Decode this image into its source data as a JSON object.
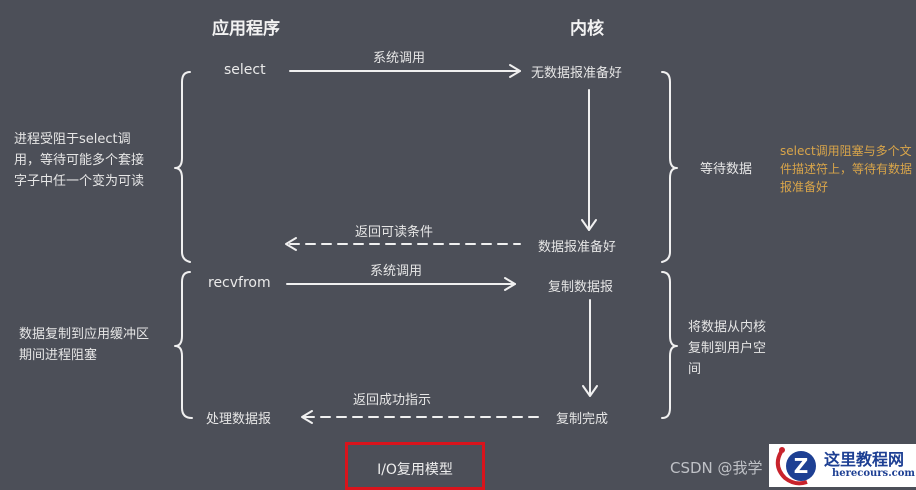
{
  "headers": {
    "app": "应用程序",
    "kernel": "内核"
  },
  "phase1": {
    "app_call": "select",
    "call_label": "系统调用",
    "kernel_start": "无数据报准备好",
    "kernel_end": "数据报准备好",
    "return_label": "返回可读条件",
    "left_note": "进程受阻于select调用，等待可能多个套接字子中任一个变为可读",
    "right_label": "等待数据",
    "right_note": "select调用阻塞与多个文件描述符上，等待有数据报准备好"
  },
  "phase2": {
    "app_call": "recvfrom",
    "call_label": "系统调用",
    "kernel_start": "复制数据报",
    "kernel_end": "复制完成",
    "return_label": "返回成功指示",
    "app_end": "处理数据报",
    "left_note": "数据复制到应用缓冲区期间进程阻塞",
    "right_note": "将数据从内核复制到用户空间"
  },
  "caption": "I/O复用模型",
  "watermark": "CSDN @我学",
  "logo": {
    "icon": "z-logo-icon",
    "cn": "这里教程网",
    "en": "herecours.com"
  },
  "colors": {
    "background": "#4c4f58",
    "text": "#eeeeee",
    "note_orange": "#d9a54a",
    "caption_border": "#d9141c"
  }
}
